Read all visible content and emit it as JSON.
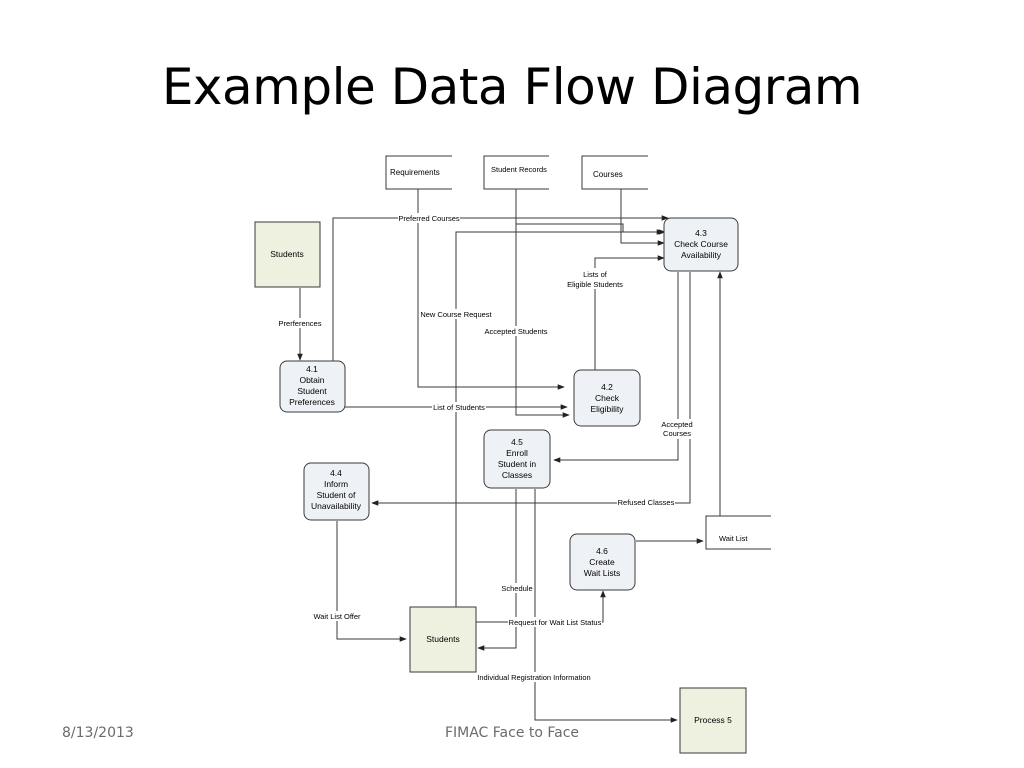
{
  "title": "Example Data Flow Diagram",
  "footer": {
    "date": "8/13/2013",
    "center": "FIMAC Face to Face"
  },
  "diagram": {
    "entities": {
      "students_top": "Students",
      "students_bottom": "Students",
      "process5": "Process 5"
    },
    "stores": {
      "requirements": "Requirements",
      "student_records": "Student Records",
      "courses": "Courses",
      "wait_list": "Wait List"
    },
    "processes": {
      "p41": [
        "4.1",
        "Obtain",
        "Student",
        "Preferences"
      ],
      "p42": [
        "4.2",
        "Check",
        "Eligibility"
      ],
      "p43": [
        "4.3",
        "Check Course",
        "Availability"
      ],
      "p44": [
        "4.4",
        "Inform",
        "Student of",
        "Unavailability"
      ],
      "p45": [
        "4.5",
        "Enroll",
        "Student in",
        "Classes"
      ],
      "p46": [
        "4.6",
        "Create",
        "Wait Lists"
      ]
    },
    "flows": {
      "preferences": "Prerferences",
      "preferred_courses": "Preferred Courses",
      "lists_eligible": [
        "Lists of",
        "Eligible Students"
      ],
      "new_course_request": "New Course Request",
      "accepted_students": "Accepted Students",
      "list_of_students": "List of Students",
      "accepted_courses": [
        "Accepted",
        "Courses"
      ],
      "refused_classes": "Refused Classes",
      "schedule": "Schedule",
      "wait_list_offer": "Wait List Offer",
      "request_wait_list_status": "Request for Wait List Status",
      "individual_registration": "Individual Registration Information"
    }
  }
}
